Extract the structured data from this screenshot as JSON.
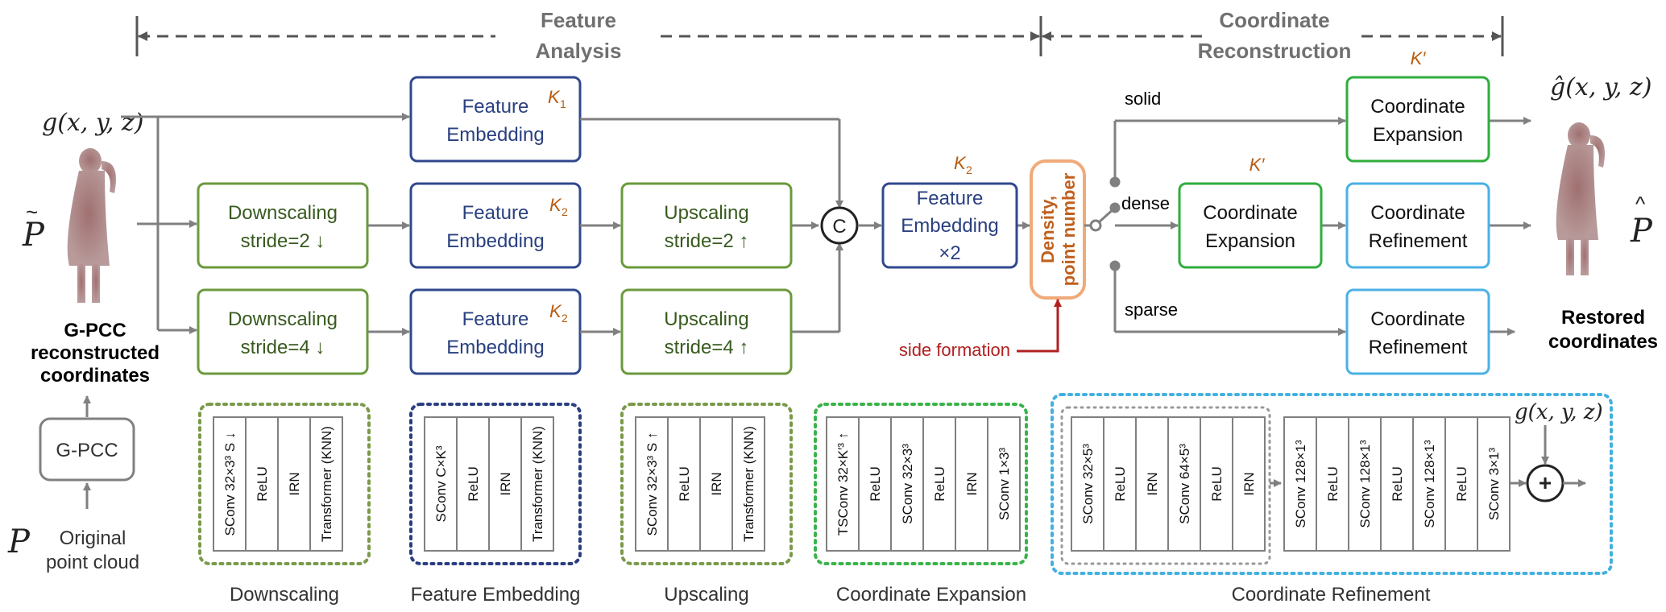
{
  "section_headers": {
    "feature_analysis": [
      "Feature",
      "Analysis"
    ],
    "coordinate_reconstruction": [
      "Coordinate",
      "Reconstruction"
    ]
  },
  "inputs": {
    "g_xyz": "g(x, y, z)",
    "p_tilde": "P",
    "gpcc_label": [
      "G-PCC",
      "reconstructed",
      "coordinates"
    ],
    "gpcc_box": "G-PCC",
    "p_orig": "P",
    "original_label": [
      "Original",
      "point cloud"
    ]
  },
  "main_blocks": {
    "feat_emb_top": [
      "Feature",
      "Embedding"
    ],
    "down2": [
      "Downscaling",
      "stride=2 ↓"
    ],
    "feat_emb_mid": [
      "Feature",
      "Embedding"
    ],
    "up2": [
      "Upscaling",
      "stride=2 ↑"
    ],
    "down4": [
      "Downscaling",
      "stride=4 ↓"
    ],
    "feat_emb_bot": [
      "Feature",
      "Embedding"
    ],
    "up4": [
      "Upscaling",
      "stride=4 ↑"
    ],
    "concat": "C",
    "feat_emb_x2": [
      "Feature",
      "Embedding",
      "×2"
    ],
    "density": [
      "Density,",
      "point number"
    ],
    "side_formation": "side formation"
  },
  "kernel_labels": {
    "k1": "K",
    "k1_sub": "1",
    "k2": "K",
    "k2_sub": "2",
    "kprime": "K′"
  },
  "reconstruction": {
    "solid": "solid",
    "dense": "dense",
    "sparse": "sparse",
    "coord_exp_top": [
      "Coordinate",
      "Expansion"
    ],
    "coord_exp_mid": [
      "Coordinate",
      "Expansion"
    ],
    "coord_ref_mid": [
      "Coordinate",
      "Refinement"
    ],
    "coord_ref_bot": [
      "Coordinate",
      "Refinement"
    ],
    "g_hat": "ĝ(x, y, z)",
    "p_hat": "P",
    "restored": [
      "Restored",
      "coordinates"
    ]
  },
  "detail_modules": {
    "downscaling": {
      "caption": "Downscaling",
      "layers": [
        "SConv 32×3³ S ↓",
        "ReLU",
        "IRN",
        "Transformer (KNN)"
      ]
    },
    "feature_embedding": {
      "caption": "Feature Embedding",
      "layers": [
        "SConv C×K³",
        "ReLU",
        "IRN",
        "Transformer (KNN)"
      ]
    },
    "upscaling": {
      "caption": "Upscaling",
      "layers": [
        "SConv 32×3³ S ↑",
        "ReLU",
        "IRN",
        "Transformer (KNN)"
      ]
    },
    "coordinate_expansion": {
      "caption": "Coordinate Expansion",
      "layers": [
        "TSConv 32×K′³ ↑",
        "ReLU",
        "SConv 32×3³",
        "ReLU",
        "IRN",
        "SConv 1×3³"
      ]
    },
    "coordinate_refinement": {
      "caption": "Coordinate Refinement",
      "layers_a": [
        "SConv 32×5³",
        "ReLU",
        "IRN",
        "SConv 64×5³",
        "ReLU",
        "IRN"
      ],
      "layers_b": [
        "SConv 128×1³",
        "ReLU",
        "SConv 128×1³",
        "ReLU",
        "SConv 128×1³",
        "ReLU",
        "SConv 3×1³"
      ],
      "g_xyz": "g(x, y, z)",
      "plus": "+"
    }
  },
  "colors": {
    "arrow": "#808080",
    "header_text": "#707070",
    "green": "#6a9a3c",
    "green_text": "#385a1e",
    "blue": "#30488e",
    "blue_text": "#2a4080",
    "orange": "#b85c10",
    "density_border": "#f0aa7a",
    "density_text": "#c0601e",
    "bright_green": "#2fae3c",
    "cyan": "#4ab0e6",
    "side_red": "#b02020",
    "dotted_olive": "#7a9a4a",
    "dotted_navy": "#2a3e80",
    "dotted_green": "#3ab34a",
    "dotted_cyan": "#44b0e0"
  }
}
